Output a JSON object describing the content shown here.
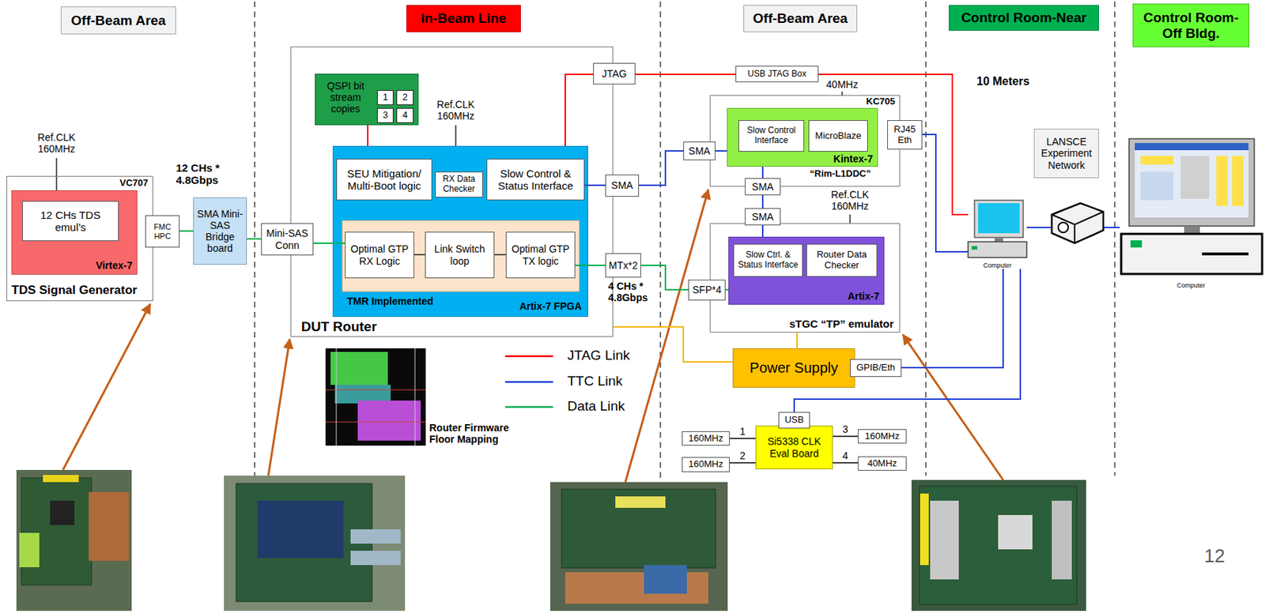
{
  "diagram": {
    "nodes": [
      {
        "text": [
          "Off-Beam Area"
        ]
      },
      {
        "text": [
          "In-Beam Line"
        ]
      },
      {
        "text": [
          "Off-Beam Area"
        ]
      },
      {
        "text": [
          "Control Room-Near"
        ]
      },
      {
        "text": [
          "Control Room- Off Bldg."
        ]
      },
      {
        "text": [
          "VC707",
          "TDS Signal Generator"
        ]
      },
      {
        "text": [
          "Virtex-7"
        ],
        "in": 5
      },
      {
        "text": [
          "12 CHs TDS emul’s"
        ],
        "in": 6
      },
      {
        "text": [
          "FMC HPC"
        ]
      },
      {
        "text": [
          "SMA Mini-SAS Bridge board"
        ]
      },
      {
        "text": [
          "Mini-SAS Conn"
        ]
      },
      {
        "text": [
          "DUT Router"
        ]
      },
      {
        "text": [
          "QSPI bit stream copies"
        ],
        "in": 11
      },
      {
        "text": [
          "1"
        ],
        "in": 12
      },
      {
        "text": [
          "2"
        ],
        "in": 12
      },
      {
        "text": [
          "3"
        ],
        "in": 12
      },
      {
        "text": [
          "4"
        ],
        "in": 12
      },
      {
        "text": [
          "Artix-7 FPGA"
        ],
        "in": 11
      },
      {
        "text": [
          "SEU Mitigation/ Multi-Boot logic"
        ],
        "in": 17
      },
      {
        "text": [
          "RX Data Checker"
        ],
        "in": 17
      },
      {
        "text": [
          "Slow Control & Status Interface"
        ],
        "in": 17
      },
      {
        "text": [
          "TMR Implemented"
        ],
        "in": 17
      },
      {
        "text": [
          "Optimal GTP RX Logic"
        ],
        "in": 21
      },
      {
        "text": [
          "Link Switch loop"
        ],
        "in": 21
      },
      {
        "text": [
          "Optimal GTP TX logic"
        ],
        "in": 21
      },
      {
        "text": [
          "JTAG"
        ]
      },
      {
        "text": [
          "SMA"
        ]
      },
      {
        "text": [
          "MTx*2"
        ]
      },
      {
        "text": [
          "USB JTAG Box"
        ]
      },
      {
        "text": [
          "KC705",
          "“Rim-L1DDC”"
        ]
      },
      {
        "text": [
          "Kintex-7"
        ],
        "in": 29
      },
      {
        "text": [
          "Slow Control Interface"
        ],
        "in": 30
      },
      {
        "text": [
          "MicroBlaze"
        ],
        "in": 30
      },
      {
        "text": [
          "SMA"
        ]
      },
      {
        "text": [
          "RJ45 Eth"
        ]
      },
      {
        "text": [
          "SMA"
        ]
      },
      {
        "text": [
          "SMA"
        ]
      },
      {
        "text": [
          "sTGC “TP” emulator"
        ]
      },
      {
        "text": [
          "Artix-7"
        ],
        "in": 37
      },
      {
        "text": [
          "Slow Ctrl. & Status Interface"
        ],
        "in": 38
      },
      {
        "text": [
          "Router Data Checker"
        ],
        "in": 38
      },
      {
        "text": [
          "SFP*4"
        ]
      },
      {
        "text": [
          "Power Supply"
        ]
      },
      {
        "text": [
          "GPIB/Eth"
        ]
      },
      {
        "text": [
          "Si5338 CLK Eval Board"
        ]
      },
      {
        "text": [
          "USB"
        ]
      },
      {
        "text": [
          "160MHz"
        ]
      },
      {
        "text": [
          "160MHz"
        ]
      },
      {
        "text": [
          "160MHz"
        ]
      },
      {
        "text": [
          "40MHz"
        ]
      },
      {
        "text": [
          "LANSCE Experiment Network"
        ]
      },
      {
        "text": [
          "Computer"
        ]
      },
      {
        "text": [
          "Computer"
        ]
      }
    ],
    "edges": [
      {
        "from": 8,
        "to": 9,
        "arrow": "none"
      },
      {
        "from": 9,
        "to": 10,
        "arrow": "none"
      },
      {
        "from": 10,
        "to": 22,
        "arrow": "none"
      },
      {
        "from": 22,
        "to": 23,
        "arrow": "none"
      },
      {
        "from": 23,
        "to": 24,
        "arrow": "none"
      },
      {
        "from": 24,
        "to": 27,
        "arrow": "none"
      },
      {
        "from": 27,
        "to": 41,
        "arrow": "none"
      },
      {
        "from": 41,
        "to": 38,
        "arrow": "none"
      },
      {
        "from": 12,
        "to": 17,
        "arrow": "none"
      },
      {
        "from": 25,
        "to": 17,
        "arrow": "none"
      },
      {
        "from": 25,
        "to": 28,
        "arrow": "none"
      },
      {
        "from": 28,
        "to": 51,
        "arrow": "none"
      },
      {
        "from": 20,
        "to": 26,
        "arrow": "none"
      },
      {
        "from": 26,
        "to": 33,
        "arrow": "none"
      },
      {
        "from": 33,
        "to": 30,
        "arrow": "none"
      },
      {
        "from": 30,
        "to": 35,
        "arrow": "none"
      },
      {
        "from": 35,
        "to": 36,
        "arrow": "none"
      },
      {
        "from": 36,
        "to": 38,
        "arrow": "none"
      },
      {
        "from": 34,
        "to": 51,
        "arrow": "none"
      },
      {
        "from": 51,
        "to": 43,
        "arrow": "none"
      },
      {
        "from": 51,
        "to": 45,
        "arrow": "none"
      },
      {
        "from": 51,
        "to": 52,
        "arrow": "none"
      },
      {
        "from": 11,
        "to": 42,
        "arrow": "none"
      },
      {
        "from": 37,
        "to": 42,
        "arrow": "none"
      },
      {
        "from": 44,
        "to": 46,
        "label": "1",
        "arrow": "none"
      },
      {
        "from": 44,
        "to": 47,
        "label": "2",
        "arrow": "none"
      },
      {
        "from": 44,
        "to": 48,
        "label": "3",
        "arrow": "none"
      },
      {
        "from": 44,
        "to": 49,
        "label": "4",
        "arrow": "none"
      }
    ],
    "labels": [
      "Ref.CLK 160MHz",
      "12 CHs * 4.8Gbps",
      "Ref.CLK 160MHz",
      "4 CHs * 4.8Gbps",
      "40MHz",
      "Ref.CLK 160MHz",
      "10 Meters",
      "Router Firmware Floor Mapping",
      "12"
    ],
    "legend": [
      {
        "text": "JTAG Link"
      },
      {
        "text": "TTC Link"
      },
      {
        "text": "Data Link"
      }
    ]
  }
}
